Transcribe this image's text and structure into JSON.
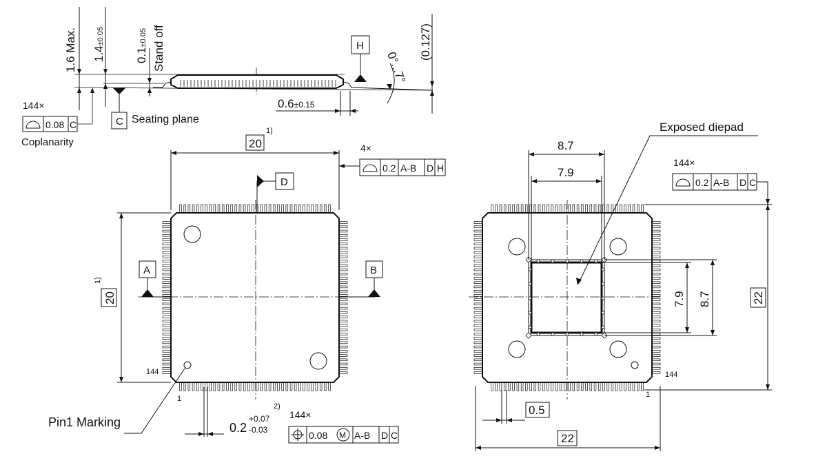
{
  "side_view": {
    "max_height": "1.6 Max.",
    "body_thickness_nominal": "1.4",
    "body_thickness_tol": "±0.05",
    "standoff_nominal": "0.1",
    "standoff_tol": "±0.05",
    "standoff_label": "Stand off",
    "lead_count_coplanarity": "144×",
    "coplanarity_value": "0.08",
    "coplanarity_datum": "C",
    "coplanarity_label": "Coplanarity",
    "seating_datum": "C",
    "seating_plane_label": "Seating plane",
    "datum_h": "H",
    "lead_length_nominal": "0.6",
    "lead_length_tol": "±0.15",
    "lead_angle": "0°...7°",
    "lead_thickness": "(0.127)"
  },
  "top_view": {
    "width_dim": "20",
    "width_note": "1)",
    "height_dim": "20",
    "height_note": "1)",
    "profile_count": "4×",
    "profile_value": "0.2",
    "profile_ref1": "A-B",
    "profile_ref2": "D",
    "profile_ref3": "H",
    "datum_d": "D",
    "datum_a": "A",
    "datum_b": "B",
    "pin_144_label": "144",
    "pin_1_label": "1",
    "pin1_marking_label": "Pin1 Marking",
    "lead_width_nominal": "0.2",
    "lead_width_tol_plus": "+0.07",
    "lead_width_tol_minus": "-0.03",
    "lead_width_note": "2)",
    "position_count": "144×",
    "position_value": "0.08",
    "position_modifier": "M",
    "position_ref1": "A-B",
    "position_ref2": "D",
    "position_ref3": "C"
  },
  "bottom_view": {
    "exposed_diepad_label": "Exposed diepad",
    "pad_outer_width": "8.7",
    "pad_inner_width": "7.9",
    "pad_inner_height": "7.9",
    "pad_outer_height": "8.7",
    "overall_height": "22",
    "overall_width": "22",
    "pitch": "0.5",
    "profile_count": "144×",
    "profile_value": "0.2",
    "profile_ref1": "A-B",
    "profile_ref2": "D",
    "profile_ref3": "C",
    "pin_144_label": "144",
    "pin_1_label": "1"
  }
}
